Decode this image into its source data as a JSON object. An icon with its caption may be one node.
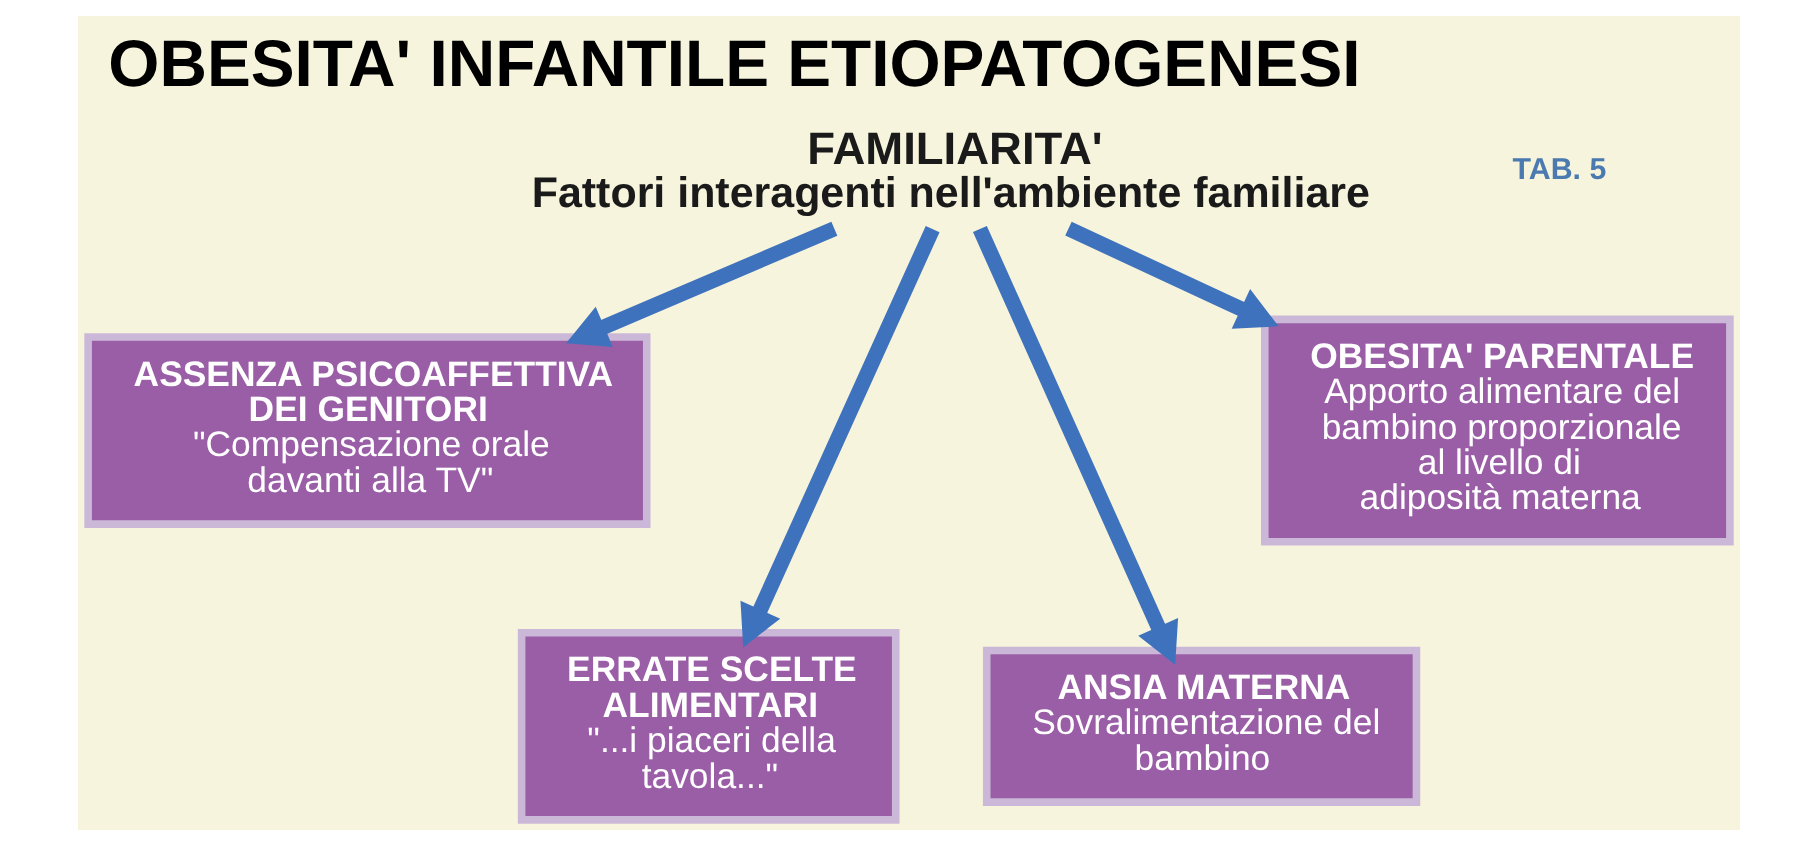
{
  "diagram": {
    "title": "OBESITA' INFANTILE ETIOPATOGENESI",
    "nodes": [
      {
        "text": [
          "FAMILIARITA'",
          "Fattori interagenti nell'ambiente familiare"
        ]
      },
      {
        "text": [
          "ASSENZA PSICOAFFETTIVA DEI GENITORI",
          "\"Compensazione orale davanti alla TV\""
        ]
      },
      {
        "text": [
          "OBESITA' PARENTALE",
          "Apporto alimentare del bambino proporzionale al livello di adiposità materna"
        ]
      },
      {
        "text": [
          "ERRATE SCELTE ALIMENTARI",
          "\"...i piaceri della tavola...\""
        ]
      },
      {
        "text": [
          "ANSIA MATERNA",
          "Sovralimentazione del bambino"
        ]
      }
    ],
    "edges": [
      {
        "from": 0,
        "to": 1,
        "arrow": "to"
      },
      {
        "from": 0,
        "to": 2,
        "arrow": "to"
      },
      {
        "from": 0,
        "to": 3,
        "arrow": "to"
      },
      {
        "from": 0,
        "to": 4,
        "arrow": "to"
      }
    ],
    "labels": [
      "TAB. 5"
    ]
  }
}
